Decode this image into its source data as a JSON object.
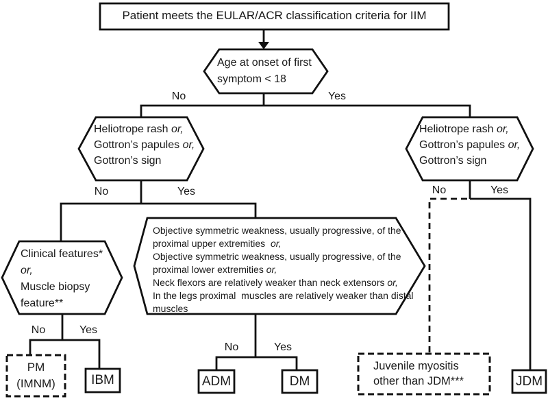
{
  "flowchart": {
    "colors": {
      "line": "#111111",
      "background": "#ffffff",
      "text": "#1a1a1a"
    },
    "root": {
      "label": "Patient meets the EULAR/ACR classification criteria for IIM"
    },
    "age": {
      "line1": "Age at onset of first",
      "line2": "symptom < 18",
      "no": "No",
      "yes": "Yes"
    },
    "rash_left": {
      "line1": "Heliotrope rash",
      "line1_or": "or,",
      "line2": "Gottron’s papules",
      "line2_or": "or,",
      "line3": "Gottron’s sign",
      "no": "No",
      "yes": "Yes"
    },
    "rash_right": {
      "line1": "Heliotrope rash",
      "line1_or": "or,",
      "line2": "Gottron’s papules",
      "line2_or": "or,",
      "line3": "Gottron’s sign",
      "no": "No",
      "yes": "Yes"
    },
    "clinical": {
      "line1": "Clinical features*",
      "line2_or": "or,",
      "line3": "Muscle biopsy",
      "line4": "feature**",
      "no": "No",
      "yes": "Yes"
    },
    "weakness": {
      "line1": "Objective symmetric weakness, usually progressive, of the",
      "line2": "proximal upper extremities",
      "line2_or": "or,",
      "line3": "Objective symmetric weakness, usually progressive, of the",
      "line4": "proximal lower extremities",
      "line4_or": "or,",
      "line5": "Neck flexors are relatively weaker than neck extensors",
      "line5_or": "or,",
      "line6": "In the legs proximal  muscles are relatively weaker than distal",
      "line7": "muscles",
      "no": "No",
      "yes": "Yes"
    },
    "outcomes": {
      "pm_line1": "PM",
      "pm_line2": "(IMNM)",
      "ibm": "IBM",
      "adm": "ADM",
      "dm": "DM",
      "juvenile_line1": "Juvenile myositis",
      "juvenile_line2": "other than JDM***",
      "jdm": "JDM"
    }
  }
}
